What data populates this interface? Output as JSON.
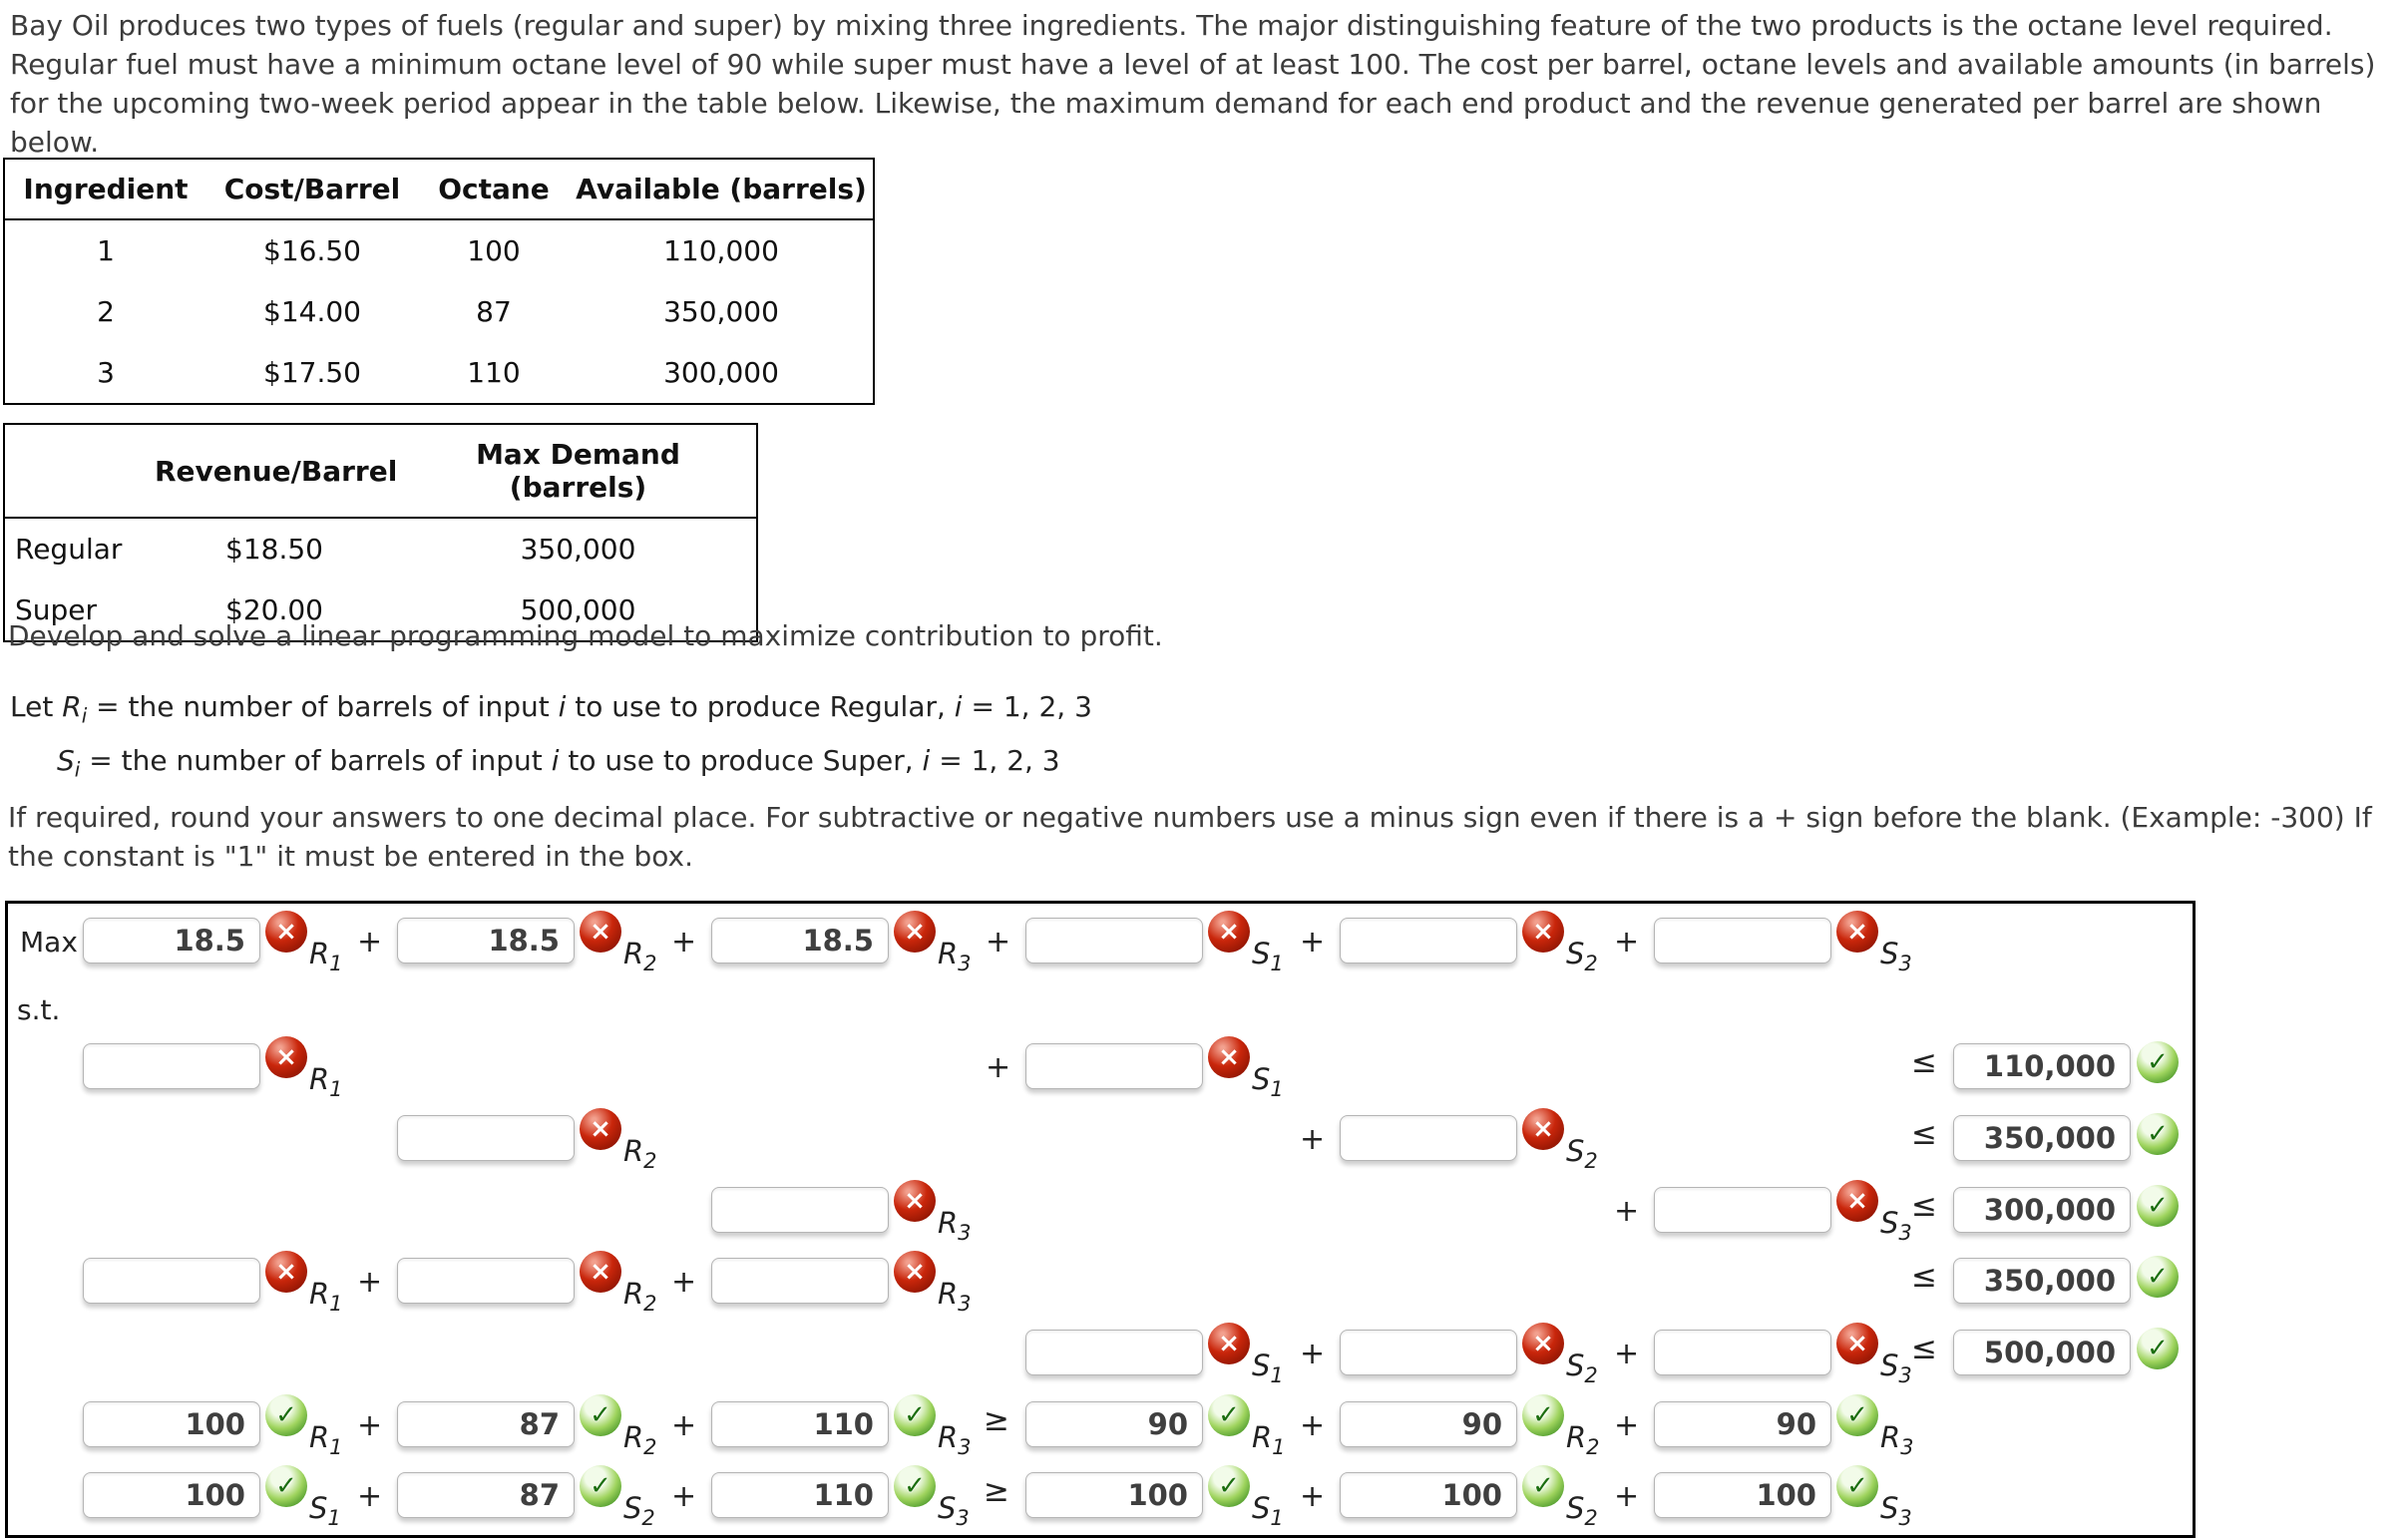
{
  "intro": "Bay Oil produces two types of fuels (regular and super) by mixing three ingredients. The major distinguishing feature of the two products is the octane level required. Regular fuel must have a minimum octane level of 90 while super must have a level of at least 100. The cost per barrel, octane levels and available amounts (in barrels) for the upcoming two-week period appear in the table below. Likewise, the maximum demand for each end product and the revenue generated per barrel are shown below.",
  "ingredients_table": {
    "headers": [
      "Ingredient",
      "Cost/Barrel",
      "Octane",
      "Available (barrels)"
    ],
    "rows": [
      [
        "1",
        "$16.50",
        "100",
        "110,000"
      ],
      [
        "2",
        "$14.00",
        "87",
        "350,000"
      ],
      [
        "3",
        "$17.50",
        "110",
        "300,000"
      ]
    ]
  },
  "products_table": {
    "headers": [
      "",
      "Revenue/Barrel",
      "Max Demand (barrels)"
    ],
    "rows": [
      [
        "Regular",
        "$18.50",
        "350,000"
      ],
      [
        "Super",
        "$20.00",
        "500,000"
      ]
    ]
  },
  "develop_text": "Develop and solve a linear programming model to maximize contribution to profit.",
  "definitions": [
    {
      "pre": "Let ",
      "var": "R",
      "sub": "i",
      "mid1": " = the number of barrels of input ",
      "it1": "i",
      "mid2": " to use to produce Regular, ",
      "it2": "i",
      "post": " = 1, 2, 3"
    },
    {
      "pre": "",
      "var": "S",
      "sub": "i",
      "mid1": " = the number of barrels of input ",
      "it1": "i",
      "mid2": " to use to produce Super, ",
      "it2": "i",
      "post": " = 1, 2, 3"
    }
  ],
  "instructions": "If required, round your answers to one decimal place. For subtractive or negative numbers use a minus sign even if there is a + sign before the blank. (Example: -300) If the constant is \"1\" it must be entered in the box.",
  "colors": {
    "error_red": "#c9260b",
    "success_green": "#247d12"
  },
  "icons": {
    "error": {
      "name": "error-icon",
      "glyph": "×"
    },
    "correct": {
      "name": "correct-icon",
      "glyph": "✓"
    }
  },
  "form": {
    "st_label": "s.t.",
    "plus_sign": "+",
    "rows": [
      {
        "label": "Max",
        "terms": [
          {
            "slot": 0,
            "plus": false,
            "value": "18.5",
            "status": "wrong",
            "variable": "R",
            "sub": "1"
          },
          {
            "slot": 1,
            "plus": true,
            "value": "18.5",
            "status": "wrong",
            "variable": "R",
            "sub": "2"
          },
          {
            "slot": 2,
            "plus": true,
            "value": "18.5",
            "status": "wrong",
            "variable": "R",
            "sub": "3"
          },
          {
            "slot": 3,
            "plus": true,
            "value": "",
            "status": "wrong",
            "variable": "S",
            "sub": "1"
          },
          {
            "slot": 4,
            "plus": true,
            "value": "",
            "status": "wrong",
            "variable": "S",
            "sub": "2"
          },
          {
            "slot": 5,
            "plus": true,
            "value": "",
            "status": "wrong",
            "variable": "S",
            "sub": "3"
          }
        ]
      },
      {
        "terms": [
          {
            "slot": 0,
            "plus": false,
            "value": "",
            "status": "wrong",
            "variable": "R",
            "sub": "1"
          },
          {
            "slot": 3,
            "plus": true,
            "value": "",
            "status": "wrong",
            "variable": "S",
            "sub": "1"
          }
        ],
        "relation": "≤",
        "rhs": "110,000",
        "rhs_status": "correct"
      },
      {
        "terms": [
          {
            "slot": 1,
            "plus": false,
            "value": "",
            "status": "wrong",
            "variable": "R",
            "sub": "2"
          },
          {
            "slot": 4,
            "plus": true,
            "value": "",
            "status": "wrong",
            "variable": "S",
            "sub": "2"
          }
        ],
        "relation": "≤",
        "rhs": "350,000",
        "rhs_status": "correct"
      },
      {
        "terms": [
          {
            "slot": 2,
            "plus": false,
            "value": "",
            "status": "wrong",
            "variable": "R",
            "sub": "3"
          },
          {
            "slot": 5,
            "plus": true,
            "value": "",
            "status": "wrong",
            "variable": "S",
            "sub": "3"
          }
        ],
        "relation": "≤",
        "rhs": "300,000",
        "rhs_status": "correct"
      },
      {
        "terms": [
          {
            "slot": 0,
            "plus": false,
            "value": "",
            "status": "wrong",
            "variable": "R",
            "sub": "1"
          },
          {
            "slot": 1,
            "plus": true,
            "value": "",
            "status": "wrong",
            "variable": "R",
            "sub": "2"
          },
          {
            "slot": 2,
            "plus": true,
            "value": "",
            "status": "wrong",
            "variable": "R",
            "sub": "3"
          }
        ],
        "relation": "≤",
        "rhs": "350,000",
        "rhs_status": "correct"
      },
      {
        "terms": [
          {
            "slot": 3,
            "plus": false,
            "value": "",
            "status": "wrong",
            "variable": "S",
            "sub": "1"
          },
          {
            "slot": 4,
            "plus": true,
            "value": "",
            "status": "wrong",
            "variable": "S",
            "sub": "2"
          },
          {
            "slot": 5,
            "plus": true,
            "value": "",
            "status": "wrong",
            "variable": "S",
            "sub": "3"
          }
        ],
        "relation": "≤",
        "rhs": "500,000",
        "rhs_status": "correct"
      },
      {
        "terms": [
          {
            "slot": 0,
            "plus": false,
            "value": "100",
            "status": "correct",
            "variable": "R",
            "sub": "1"
          },
          {
            "slot": 1,
            "plus": true,
            "value": "87",
            "status": "correct",
            "variable": "R",
            "sub": "2"
          },
          {
            "slot": 2,
            "plus": true,
            "value": "110",
            "status": "correct",
            "variable": "R",
            "sub": "3"
          },
          {
            "slot": 3,
            "plus": false,
            "value": "90",
            "status": "correct",
            "variable": "R",
            "sub": "1"
          },
          {
            "slot": 4,
            "plus": true,
            "value": "90",
            "status": "correct",
            "variable": "R",
            "sub": "2"
          },
          {
            "slot": 5,
            "plus": true,
            "value": "90",
            "status": "correct",
            "variable": "R",
            "sub": "3"
          }
        ],
        "mid_relation": "≥"
      },
      {
        "terms": [
          {
            "slot": 0,
            "plus": false,
            "value": "100",
            "status": "correct",
            "variable": "S",
            "sub": "1"
          },
          {
            "slot": 1,
            "plus": true,
            "value": "87",
            "status": "correct",
            "variable": "S",
            "sub": "2"
          },
          {
            "slot": 2,
            "plus": true,
            "value": "110",
            "status": "correct",
            "variable": "S",
            "sub": "3"
          },
          {
            "slot": 3,
            "plus": false,
            "value": "100",
            "status": "correct",
            "variable": "S",
            "sub": "1"
          },
          {
            "slot": 4,
            "plus": true,
            "value": "100",
            "status": "correct",
            "variable": "S",
            "sub": "2"
          },
          {
            "slot": 5,
            "plus": true,
            "value": "100",
            "status": "correct",
            "variable": "S",
            "sub": "3"
          }
        ],
        "mid_relation": "≥"
      }
    ]
  }
}
